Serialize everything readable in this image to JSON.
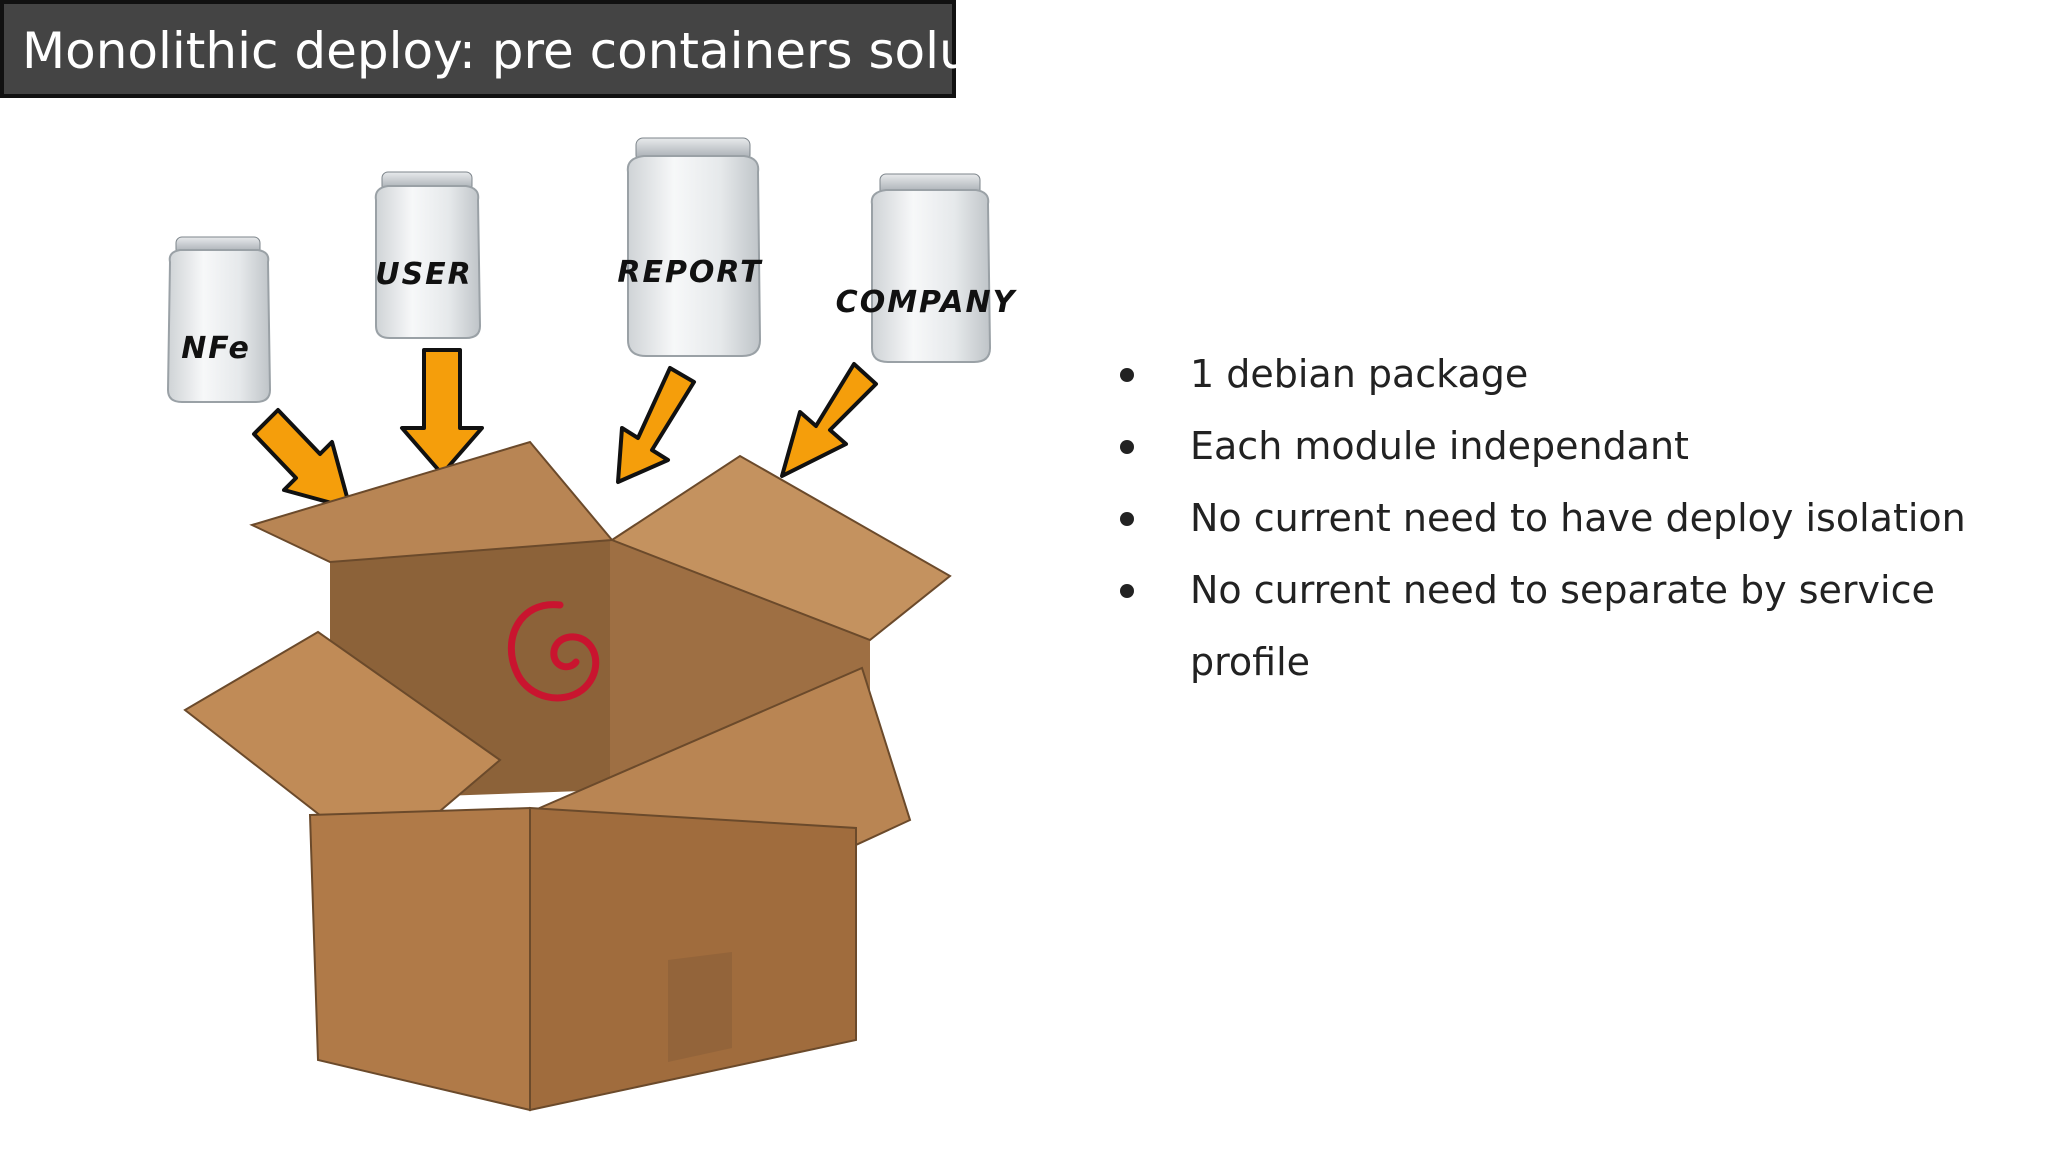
{
  "slide": {
    "title": "Monolithic deploy: pre containers solution",
    "bullets": [
      "1 debian package",
      "Each module independant",
      "No current need to have deploy isolation",
      "No current need to separate by service profile"
    ]
  },
  "jars": [
    {
      "label": "NFe"
    },
    {
      "label": "USER"
    },
    {
      "label": "REPORT"
    },
    {
      "label": "COMPANY"
    }
  ],
  "colors": {
    "title_bg": "#444444",
    "arrow_fill": "#f59e0b",
    "box_cardboard": "#b8875a",
    "debian_swirl": "#c9142f"
  }
}
